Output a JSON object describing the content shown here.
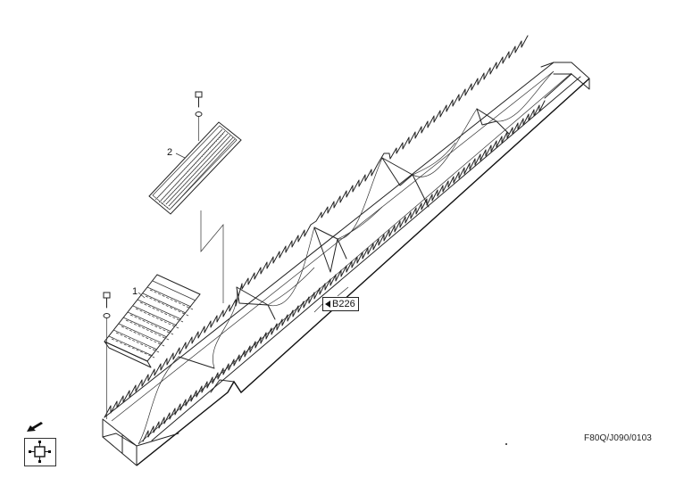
{
  "diagram": {
    "type": "exploded parts view",
    "subject": "inclined stepped conveyor trough with serrated side walls",
    "callouts": [
      {
        "number": "1",
        "part": "ribbed pad / slat plate"
      },
      {
        "number": "2",
        "part": "perforated grating plate"
      }
    ],
    "reference_tag": {
      "label": "B226",
      "arrow": "left-pointing-triangle"
    },
    "drawing_code": "F80Q/J090/0103",
    "fasteners": [
      {
        "kind": "bolt-with-washer",
        "for_callout": "1"
      },
      {
        "kind": "bolt-with-washer",
        "for_callout": "2"
      }
    ],
    "view_indicator": {
      "icon": "view-direction-arrow",
      "symbol": "square-with-four-handles"
    },
    "colors": {
      "line": "#222222",
      "background": "#ffffff"
    }
  }
}
